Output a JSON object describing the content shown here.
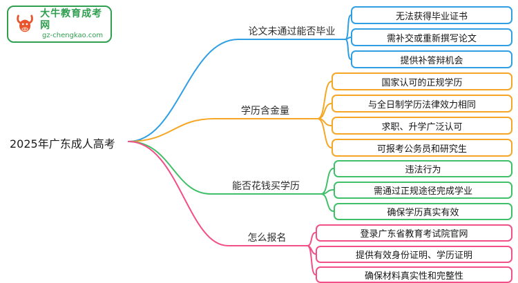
{
  "logo": {
    "title": "大牛教育成考网",
    "subtitle": "gz-chengkao.com"
  },
  "root": {
    "label": "2025年广东成人高考"
  },
  "colors": {
    "blue": "#2F9FE3",
    "orange": "#F5A623",
    "green": "#3FBF67",
    "pink": "#F24E87",
    "logo_green": "#2F9E4F"
  },
  "branches": [
    {
      "label": "论文未通过能否毕业",
      "color": "#2F9FE3",
      "children": [
        "无法获得毕业证书",
        "需补交或重新撰写论文",
        "提供补答辩机会"
      ]
    },
    {
      "label": "学历含金量",
      "color": "#F5A623",
      "children": [
        "国家认可的正规学历",
        "与全日制学历法律效力相同",
        "求职、升学广泛认可",
        "可报考公务员和研究生"
      ]
    },
    {
      "label": "能否花钱买学历",
      "color": "#3FBF67",
      "children": [
        "违法行为",
        "需通过正规途径完成学业",
        "确保学历真实有效"
      ]
    },
    {
      "label": "怎么报名",
      "color": "#F24E87",
      "children": [
        "登录广东省教育考试院官网",
        "提供有效身份证明、学历证明",
        "确保材料真实性和完整性"
      ]
    }
  ]
}
